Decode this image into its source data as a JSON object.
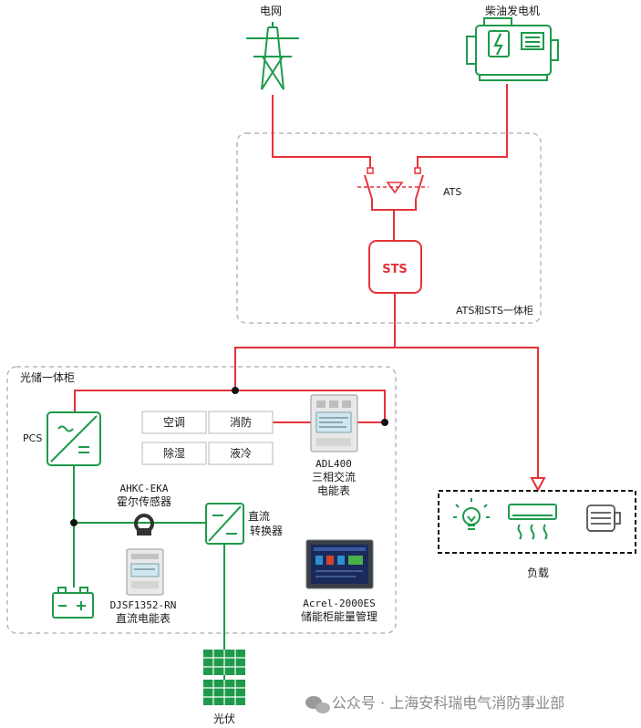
{
  "labels": {
    "grid": "电网",
    "generator": "柴油发电机",
    "ats": "ATS",
    "sts": "STS",
    "ats_sts_cabinet": "ATS和STS一体柜",
    "storage_cabinet": "光储一体柜",
    "pcs": "PCS",
    "aircon": "空调",
    "fire": "消防",
    "dehumid": "除湿",
    "liquid_cool": "液冷",
    "adl400_model": "ADL400",
    "adl400_desc1": "三相交流",
    "adl400_desc2": "电能表",
    "hall_model": "AHKC-EKA",
    "hall_desc": "霍尔传感器",
    "dcdc_l1": "直流",
    "dcdc_l2": "转换器",
    "djsf_model": "DJSF1352-RN",
    "djsf_desc": "直流电能表",
    "ems_model": "Acrel-2000ES",
    "ems_desc": "储能柜能量管理",
    "load": "负载",
    "pv": "光伏",
    "watermark": "公众号 · 上海安科瑞电气消防事业部"
  },
  "colors": {
    "red": "#e53238",
    "green": "#1e9a4a",
    "dashed_border": "#b8b8b8",
    "black": "#111111"
  }
}
